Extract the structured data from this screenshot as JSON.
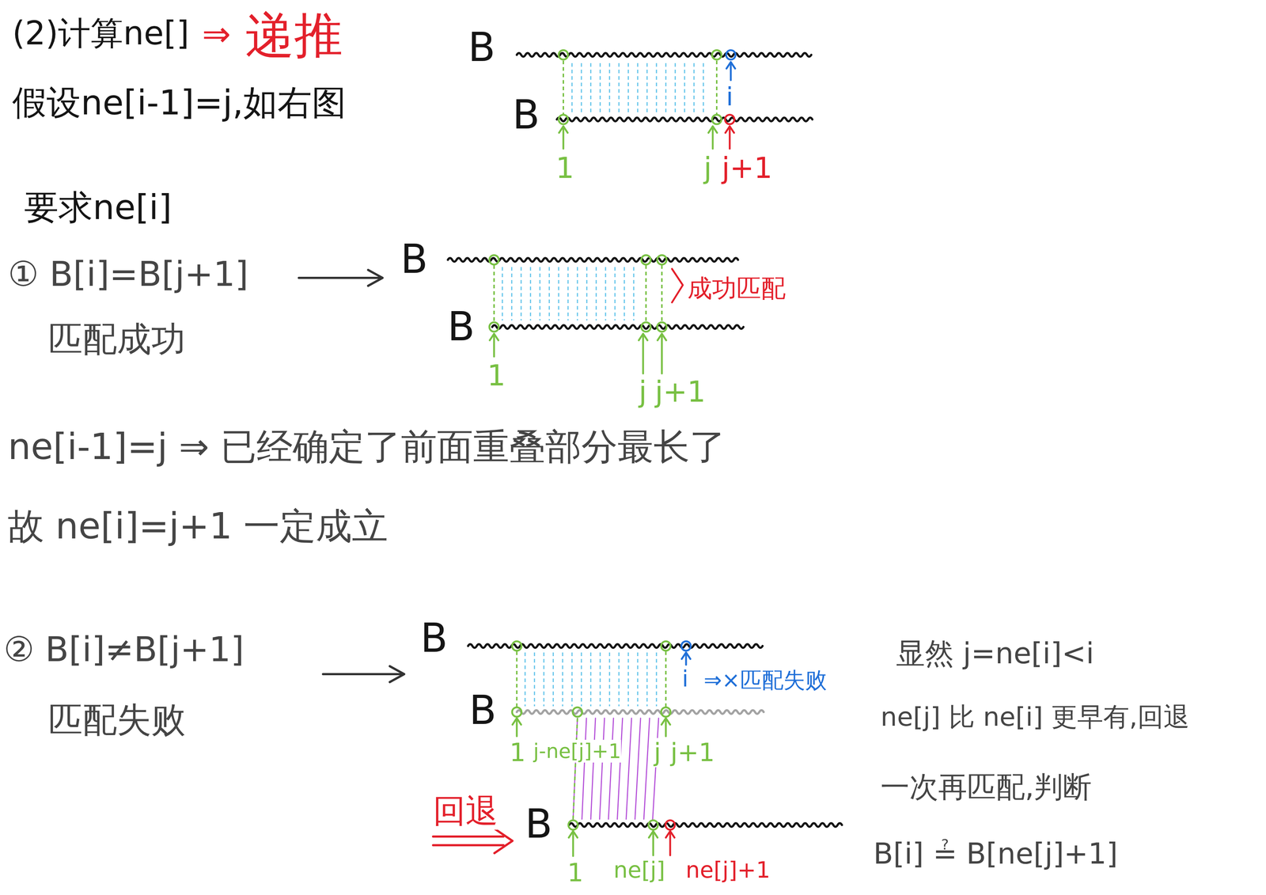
{
  "diagram": {
    "labels": [
      "(2)计算ne[]",
      "⇒",
      "递推",
      "B",
      "i",
      "B",
      "1",
      "j",
      "j+1",
      "假设ne[i-1]=j,如右图",
      "要求ne[i]",
      "① B[i]=B[j+1]",
      "B",
      "成功匹配",
      "B",
      "匹配成功",
      "1",
      "j",
      "j+1",
      "ne[i-1]=j ⇒ 已经确定了前面重叠部分最长了",
      "故 ne[i]=j+1 一定成立",
      "B",
      "② B[i]≠B[j+1]",
      "i",
      "⇒×匹配失败",
      "显然 j=ne[i]<i",
      "B",
      "匹配失败",
      "ne[j] 比 ne[i] 更早有,回退",
      "1",
      "j-ne[j]+1",
      "j",
      "j+1",
      "一次再匹配,判断",
      "回退",
      "B",
      "B[i] ≟ B[ne[j]+1]",
      "1",
      "ne[j]",
      "ne[j]+1"
    ]
  }
}
